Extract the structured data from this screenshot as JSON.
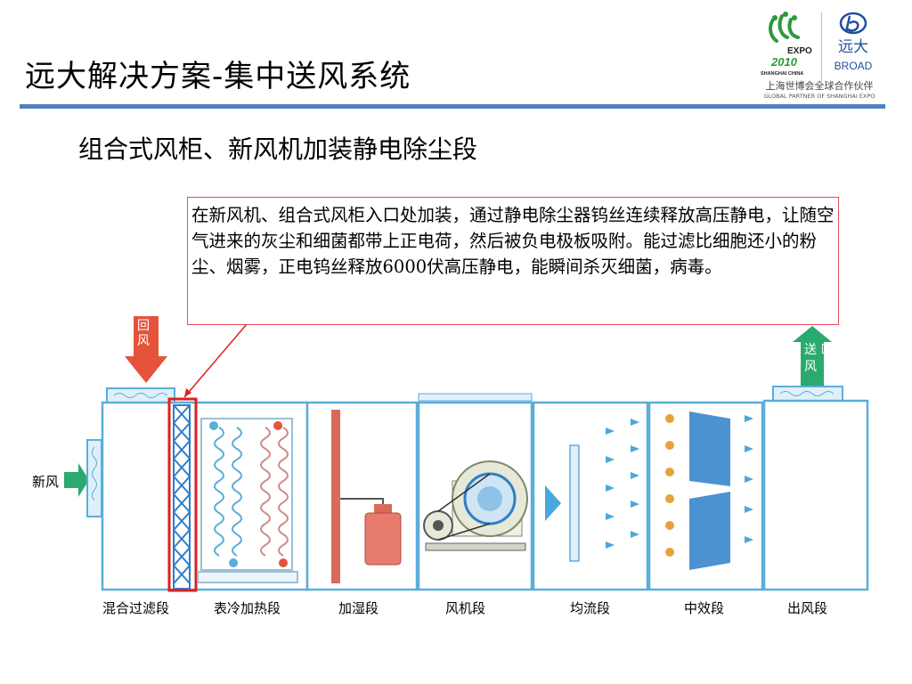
{
  "slide": {
    "title": "远大解决方案-集中送风系统",
    "subtitle": "组合式风柜、新风机加装静电除尘段",
    "callout_text": "在新风机、组合式风柜入口处加装，通过静电除尘器钨丝连续释放高压静电，让随空气进来的灰尘和细菌都带上正电荷，然后被负电极板吸附。能过滤比细胞还小的粉尘、烟雾，正电钨丝释放6000伏高压静电，能瞬间杀灭细菌，病毒。"
  },
  "logo": {
    "expo_word": "EXPO",
    "expo_city": "SHANGHAI CHINA",
    "broad_cn": "远大",
    "broad_en": "BROAD",
    "partner_cn": "上海世博会全球合作伙伴",
    "partner_en": "GLOBAL PARTNER OF SHANGHAI EXPO"
  },
  "diagram": {
    "return_air": "回风",
    "fresh_air": "新风",
    "supply_air": "送风",
    "sections": [
      "混合过滤段",
      "表冷加热段",
      "加湿段",
      "风机段",
      "均流段",
      "中效段",
      "出风段"
    ]
  },
  "colors": {
    "accent_rule": "#4f81bd",
    "callout_border": "#e84c5a",
    "unit_outline": "#5aaed9",
    "return_arrow": "#e5533a",
    "supply_arrow": "#2aaa6e",
    "fresh_arrow": "#2aaa6e",
    "filter_blue": "#2d7fc9",
    "highlight_red": "#e01e1e"
  }
}
